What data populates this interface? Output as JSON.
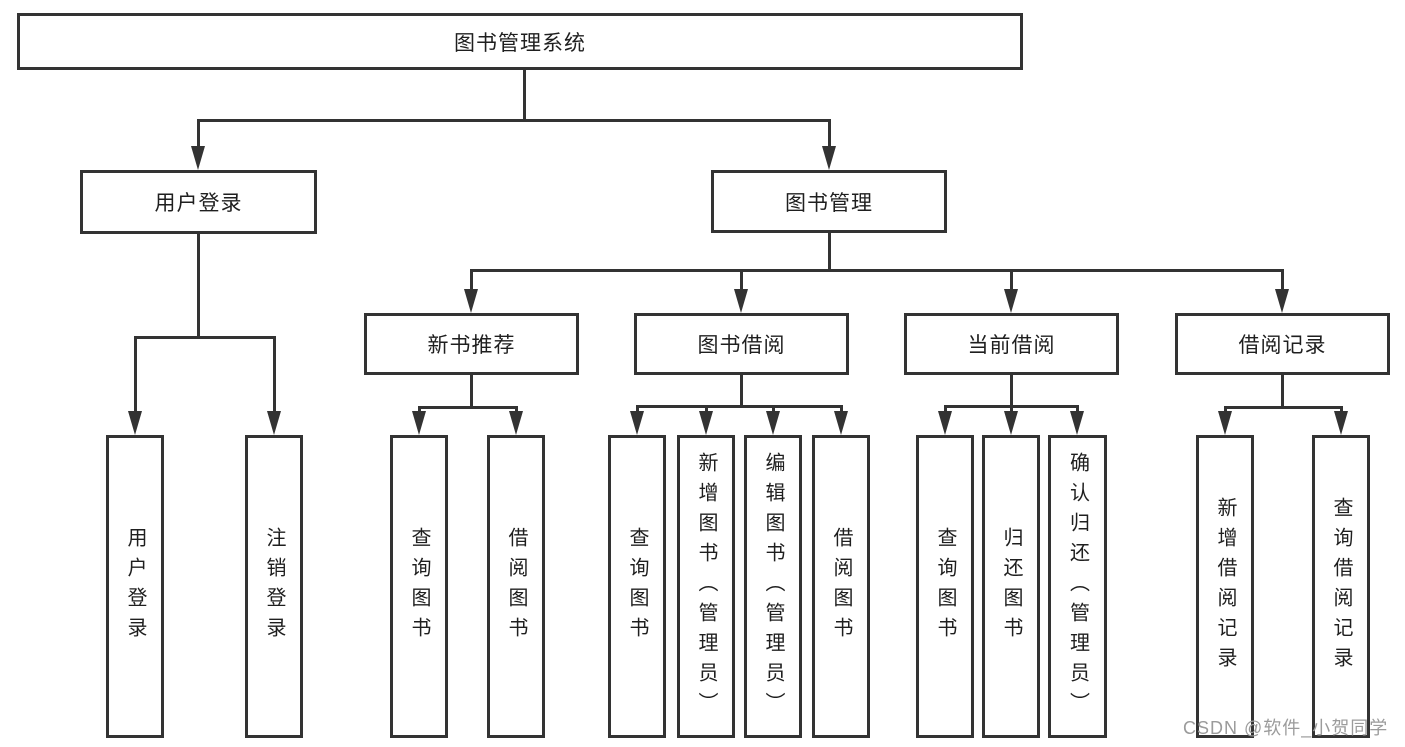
{
  "diagram": {
    "root": "图书管理系统",
    "level2": {
      "user_login": "用户登录",
      "book_management": "图书管理"
    },
    "level3": {
      "new_book_recommend": "新书推荐",
      "book_borrow": "图书借阅",
      "current_borrow": "当前借阅",
      "borrow_record": "借阅记录"
    },
    "leaves": {
      "user_login": [
        "用户登录",
        "注销登录"
      ],
      "new_book_recommend": [
        "查询图书",
        "借阅图书"
      ],
      "book_borrow": [
        "查询图书",
        "新增图书（管理员）",
        "编辑图书（管理员）",
        "借阅图书"
      ],
      "current_borrow": [
        "查询图书",
        "归还图书",
        "确认归还（管理员）"
      ],
      "borrow_record": [
        "新增借阅记录",
        "查询借阅记录"
      ]
    }
  },
  "watermark": "CSDN @软件_小贺同学",
  "colors": {
    "line": "#333333",
    "text": "#1f1f1f",
    "watermark": "#9b9b9b",
    "background": "#ffffff"
  }
}
